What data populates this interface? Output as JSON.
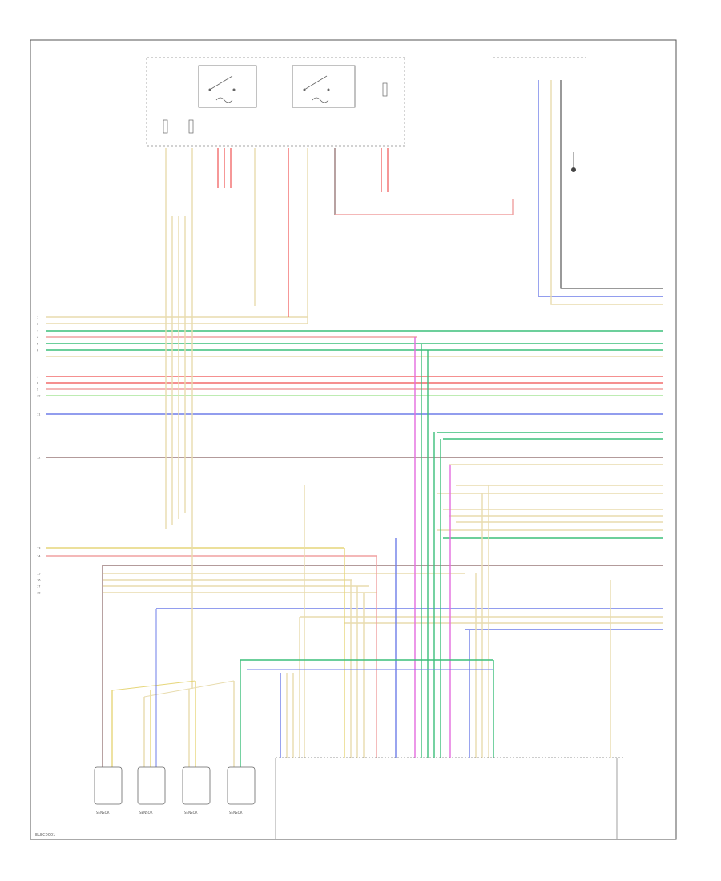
{
  "diagram": {
    "stamp": "ELEC0001",
    "frame_color": "#555555",
    "wire_colors": {
      "tan": "#e8dcae",
      "yellow": "#e6d67a",
      "red": "#f26b6b",
      "pink": "#f0a0a0",
      "green": "#3cbf7a",
      "lightgreen": "#a8e69a",
      "blue": "#6e7de8",
      "brown": "#9a7a7a",
      "magenta": "#e36bde",
      "orange": "#f0b25a",
      "black": "#333333"
    },
    "left_terminals": [
      "1",
      "2",
      "3",
      "4",
      "5",
      "6",
      "7",
      "8",
      "9",
      "10",
      "11",
      "12",
      "13",
      "14",
      "15",
      "16",
      "17",
      "18"
    ],
    "sensors": [
      {
        "id": "sensor-1",
        "label": "SENSOR"
      },
      {
        "id": "sensor-2",
        "label": "SENSOR"
      },
      {
        "id": "sensor-3",
        "label": "SENSOR"
      },
      {
        "id": "sensor-4",
        "label": "SENSOR"
      }
    ]
  }
}
